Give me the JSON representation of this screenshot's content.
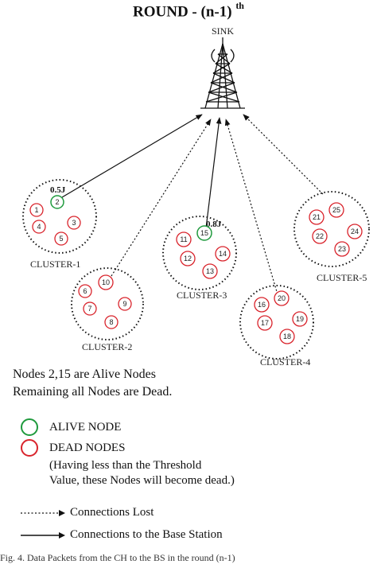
{
  "title": {
    "main": "ROUND - (n-1)",
    "sup": "th"
  },
  "sink_label": "SINK",
  "clusters": [
    {
      "label": "CLUSTER-1",
      "nodes": [
        "1",
        "2",
        "3",
        "4",
        "5"
      ],
      "alive": [
        "2"
      ],
      "energy": "0.5J"
    },
    {
      "label": "CLUSTER-2",
      "nodes": [
        "6",
        "7",
        "8",
        "9",
        "10"
      ]
    },
    {
      "label": "CLUSTER-3",
      "nodes": [
        "11",
        "12",
        "13",
        "14",
        "15"
      ],
      "alive": [
        "15"
      ],
      "energy": "0.8J"
    },
    {
      "label": "CLUSTER-4",
      "nodes": [
        "16",
        "17",
        "18",
        "19",
        "20"
      ]
    },
    {
      "label": "CLUSTER-5",
      "nodes": [
        "21",
        "22",
        "23",
        "24",
        "25"
      ]
    }
  ],
  "status": {
    "line1": "Nodes 2,15 are Alive Nodes",
    "line2": "Remaining all Nodes are Dead."
  },
  "legend": {
    "alive": "ALIVE NODE",
    "dead": "DEAD NODES",
    "dead_note_1": "(Having less than the Threshold",
    "dead_note_2": "Value, these Nodes will become dead.)",
    "lost": "Connections Lost",
    "base": "Connections to the Base Station"
  },
  "caption": "Fig. 4. Data Packets from the CH to the BS in the round (n-1)",
  "colors": {
    "alive": "#1f9a3d",
    "dead": "#d9242c",
    "line": "#111111"
  }
}
